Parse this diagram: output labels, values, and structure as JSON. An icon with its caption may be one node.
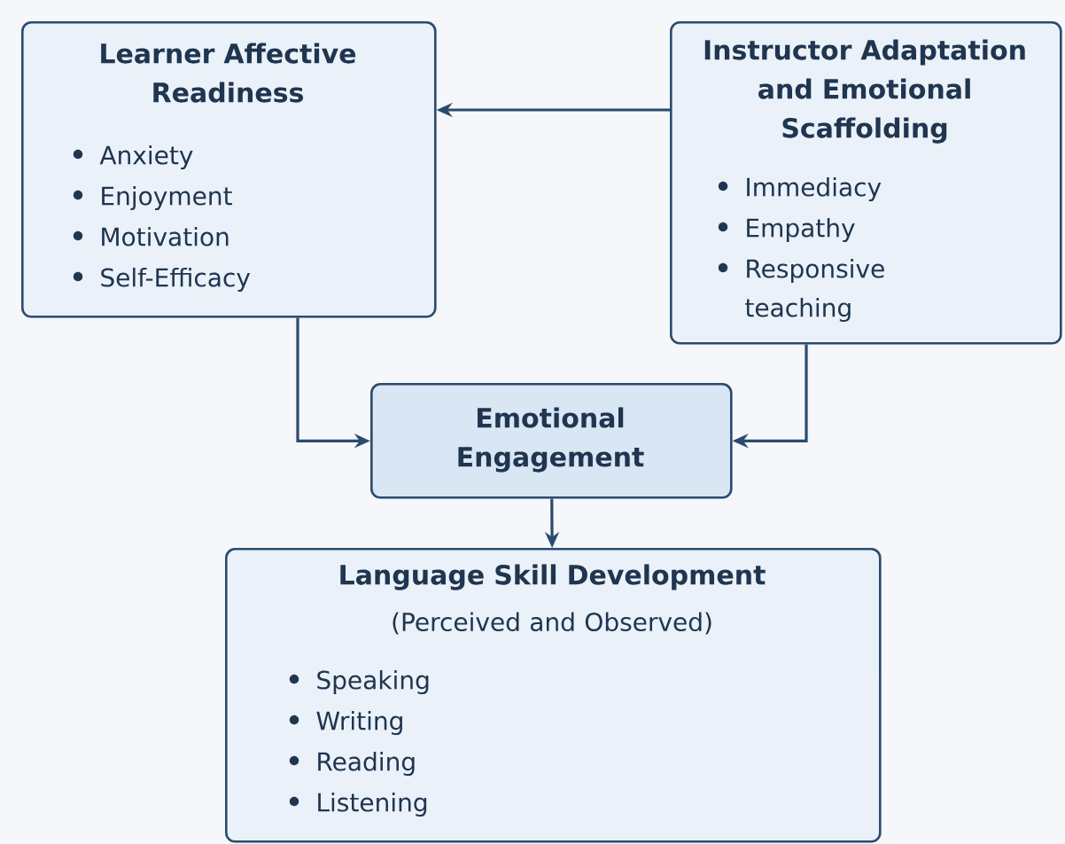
{
  "diagram": {
    "nodes": [
      {
        "text": [
          "Learner Affective Readiness",
          "Anxiety",
          "Enjoyment",
          "Motivation",
          "Self-Efficacy"
        ]
      },
      {
        "text": [
          "Instructor Adaptation and Emotional Scaffolding",
          "Immediacy",
          "Empathy",
          "Responsive teaching"
        ]
      },
      {
        "text": [
          "Emotional Engagement"
        ]
      },
      {
        "text": [
          "Language Skill Development",
          "(Perceived and Observed)",
          "Speaking",
          "Writing",
          "Reading",
          "Listening"
        ]
      }
    ],
    "edges": [
      {
        "from": 1,
        "to": 0,
        "arrow": "to"
      },
      {
        "from": 0,
        "to": 2,
        "arrow": "to"
      },
      {
        "from": 1,
        "to": 2,
        "arrow": "to"
      },
      {
        "from": 2,
        "to": 3,
        "arrow": "to"
      }
    ]
  }
}
